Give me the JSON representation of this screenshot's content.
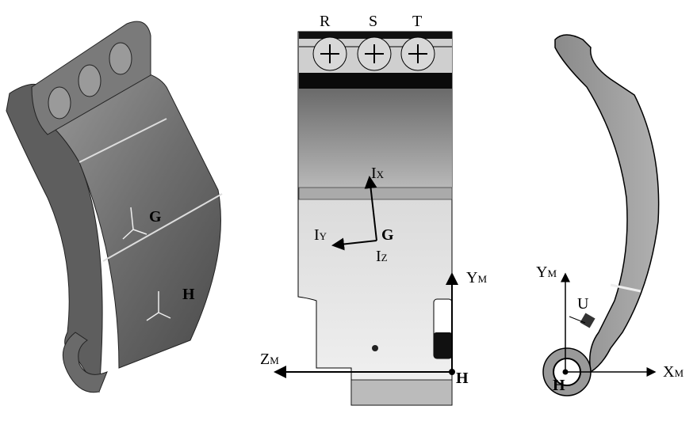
{
  "left_view": {
    "label_g": "G",
    "label_h": "H"
  },
  "front_view": {
    "holes": [
      "R",
      "S",
      "T"
    ],
    "axis_ix": {
      "main": "I",
      "sub": "X"
    },
    "axis_iy": {
      "main": "I",
      "sub": "Y"
    },
    "axis_iz": {
      "main": "I",
      "sub": "Z"
    },
    "label_g": "G",
    "axis_ym": {
      "main": "Y",
      "sub": "M"
    },
    "axis_zm": {
      "main": "Z",
      "sub": "M"
    },
    "label_h": "H"
  },
  "side_view": {
    "axis_ym": {
      "main": "Y",
      "sub": "M"
    },
    "axis_xm": {
      "main": "X",
      "sub": "M"
    },
    "label_u": "U",
    "label_h": "H"
  }
}
